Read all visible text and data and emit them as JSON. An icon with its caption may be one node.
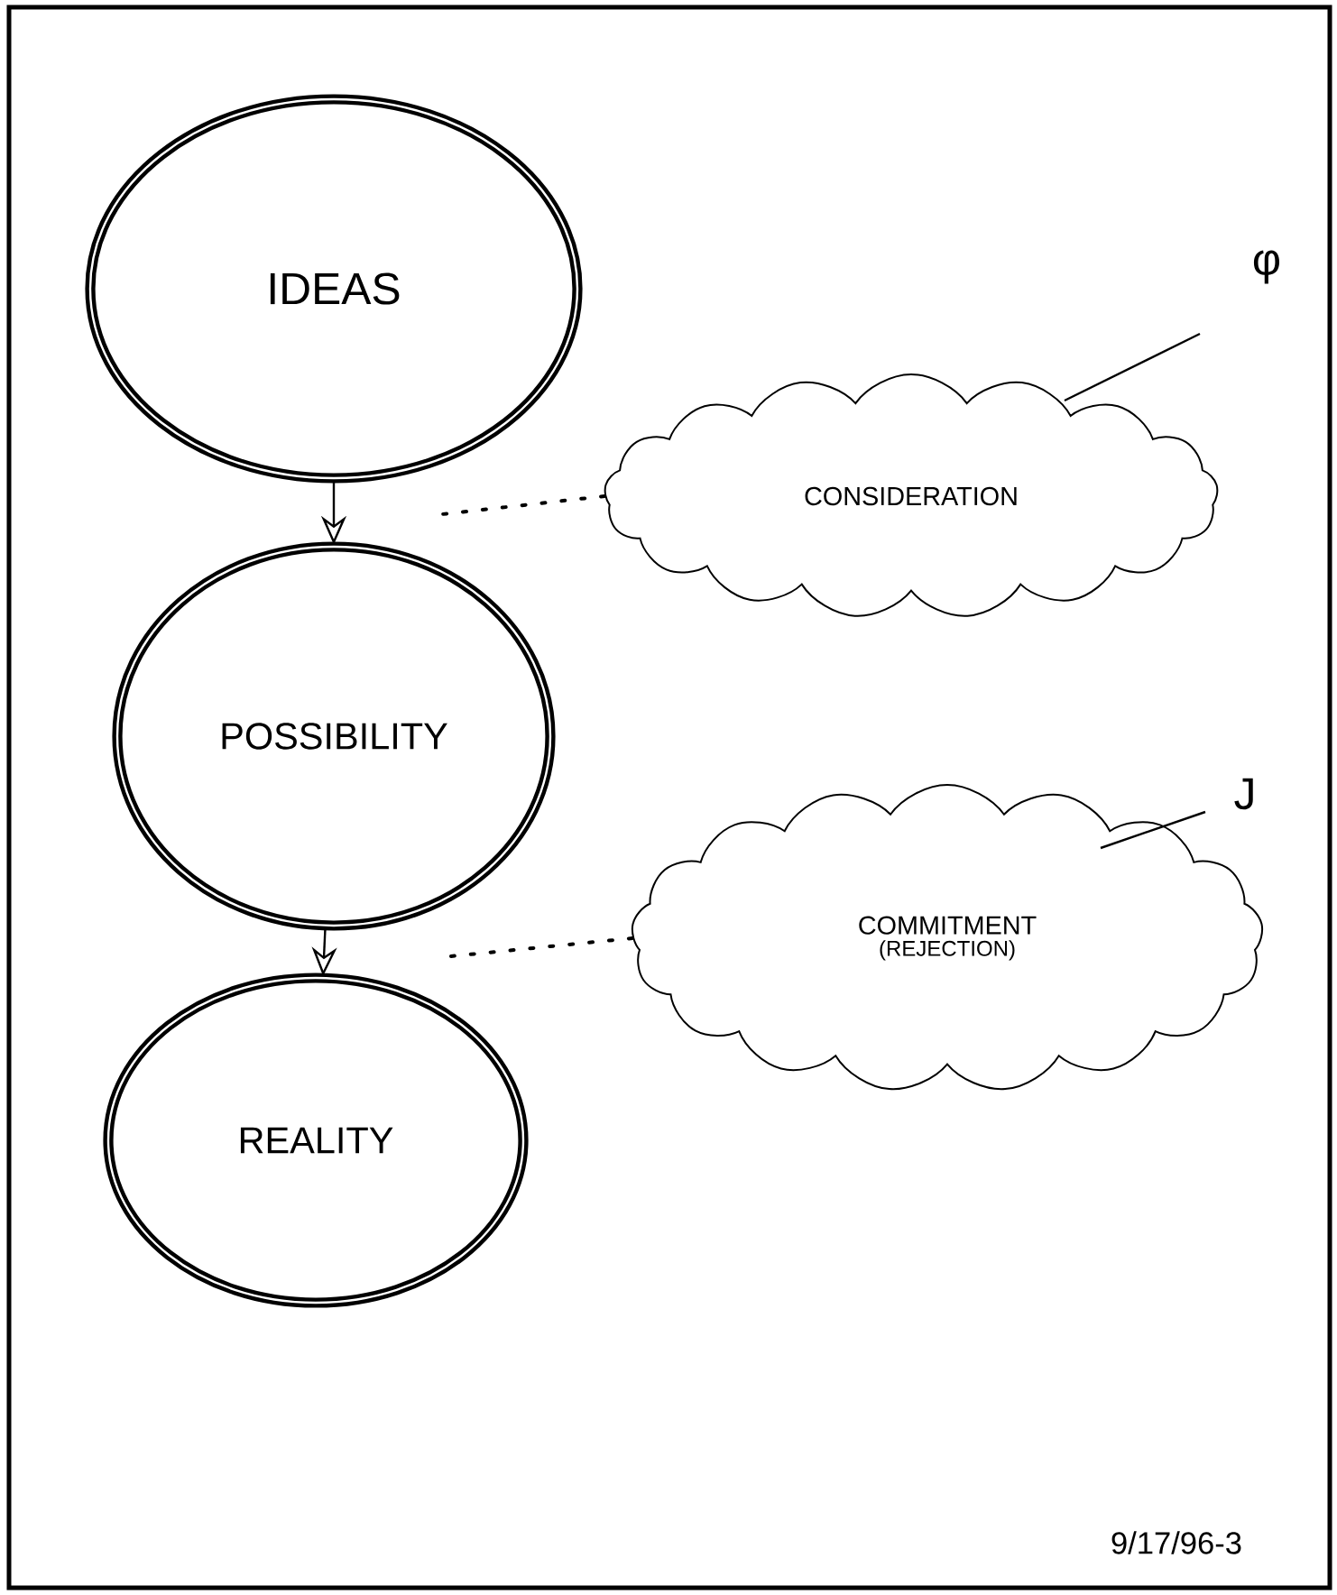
{
  "diagram": {
    "nodes": [
      {
        "text": [
          "IDEAS"
        ]
      },
      {
        "text": [
          "POSSIBILITY"
        ]
      },
      {
        "text": [
          "REALITY"
        ]
      },
      {
        "text": [
          "CONSIDERATION"
        ]
      },
      {
        "text": [
          "COMMITMENT",
          "(REJECTION)"
        ]
      }
    ],
    "edges": [
      {
        "from": 0,
        "to": 1,
        "arrow": "to"
      },
      {
        "from": 1,
        "to": 2,
        "arrow": "to"
      },
      {
        "from": 3,
        "to": null,
        "arrow": "none",
        "style": "dashed"
      },
      {
        "from": 4,
        "to": null,
        "arrow": "none",
        "style": "dashed"
      }
    ],
    "labels": [
      "φ",
      "J",
      "9/17/96-3"
    ]
  }
}
